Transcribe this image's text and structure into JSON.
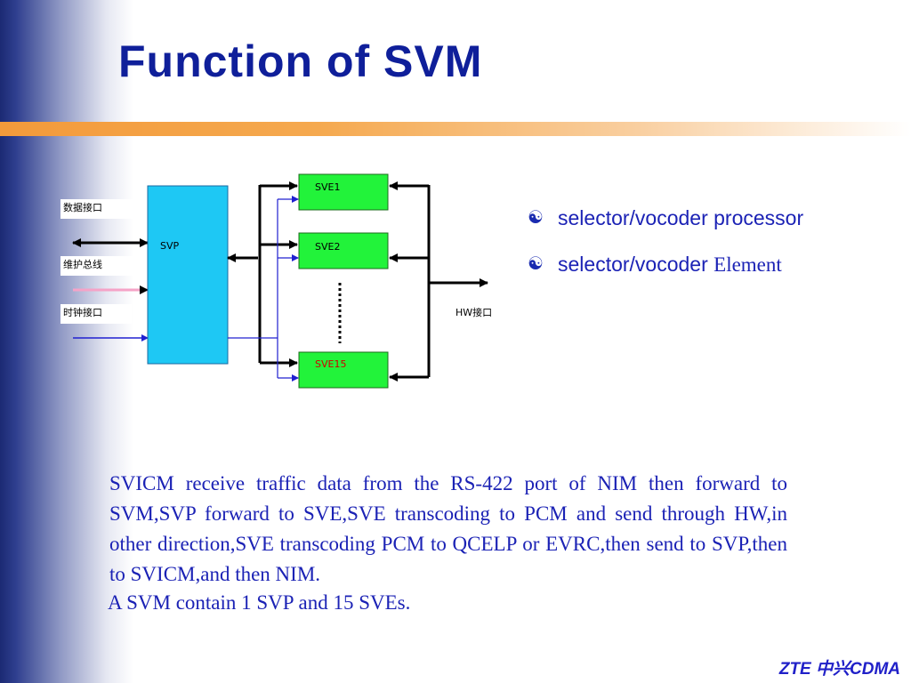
{
  "title": "Function of SVM",
  "diagram": {
    "svp_label": "SVP",
    "sve_labels": [
      "SVE1",
      "SVE2",
      "SVE15"
    ],
    "interfaces": [
      "数据接口",
      "维护总线",
      "时钟接口"
    ],
    "hw_label": "HW接口",
    "colors": {
      "svp_fill": "#1ec8f4",
      "sve_fill": "#22f33a",
      "sve15_text": "#d00000",
      "maint_line": "#f5a3c7",
      "blue_line": "#2020d0"
    }
  },
  "bullets": [
    {
      "icon": "yin-yang-icon",
      "text": "selector/vocoder processor",
      "suffix": ""
    },
    {
      "icon": "yin-yang-icon",
      "text": "selector/vocoder ",
      "suffix": "Element"
    }
  ],
  "paragraph": "SVICM receive traffic data from the RS-422 port of NIM then forward to  SVM,SVP forward to SVE,SVE transcoding to PCM and send through HW,in other direction,SVE transcoding PCM to QCELP or EVRC,then send to SVP,then to SVICM,and then NIM.",
  "paragraph2": "A SVM contain 1 SVP and 15 SVEs.",
  "footer": "ZTE 中兴CDMA"
}
